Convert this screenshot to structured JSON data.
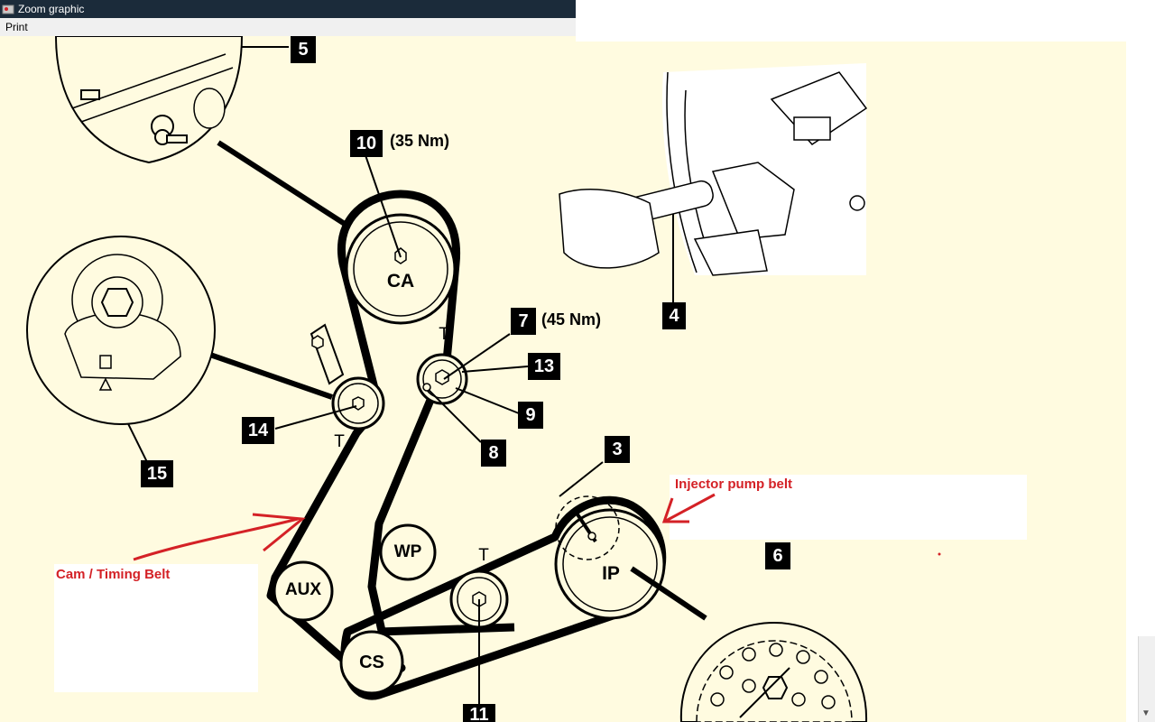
{
  "window": {
    "title": "Zoom graphic"
  },
  "menu": {
    "items": [
      {
        "label": "Print"
      }
    ]
  },
  "callouts": {
    "c10": "10",
    "c5": "5",
    "c4": "4",
    "c7": "7",
    "c13": "13",
    "c9": "9",
    "c8": "8",
    "c14": "14",
    "c15": "15",
    "c3": "3",
    "c6": "6",
    "c11": "11"
  },
  "torques": {
    "cam_bolt": "(35 Nm)",
    "tensioner_bolt": "(45 Nm)"
  },
  "pulleys": {
    "ca": "CA",
    "wp": "WP",
    "aux": "AUX",
    "cs": "CS",
    "ip": "IP",
    "t_upper": "T",
    "t_left": "T",
    "t_lower": "T"
  },
  "annotations": {
    "injector_pump_belt": "Injector pump belt",
    "cam_timing_belt": "Cam / Timing Belt"
  },
  "colors": {
    "diagram_background": "#fffbe0",
    "annotation_red": "#d42126",
    "titlebar": "#1b2b3a"
  }
}
